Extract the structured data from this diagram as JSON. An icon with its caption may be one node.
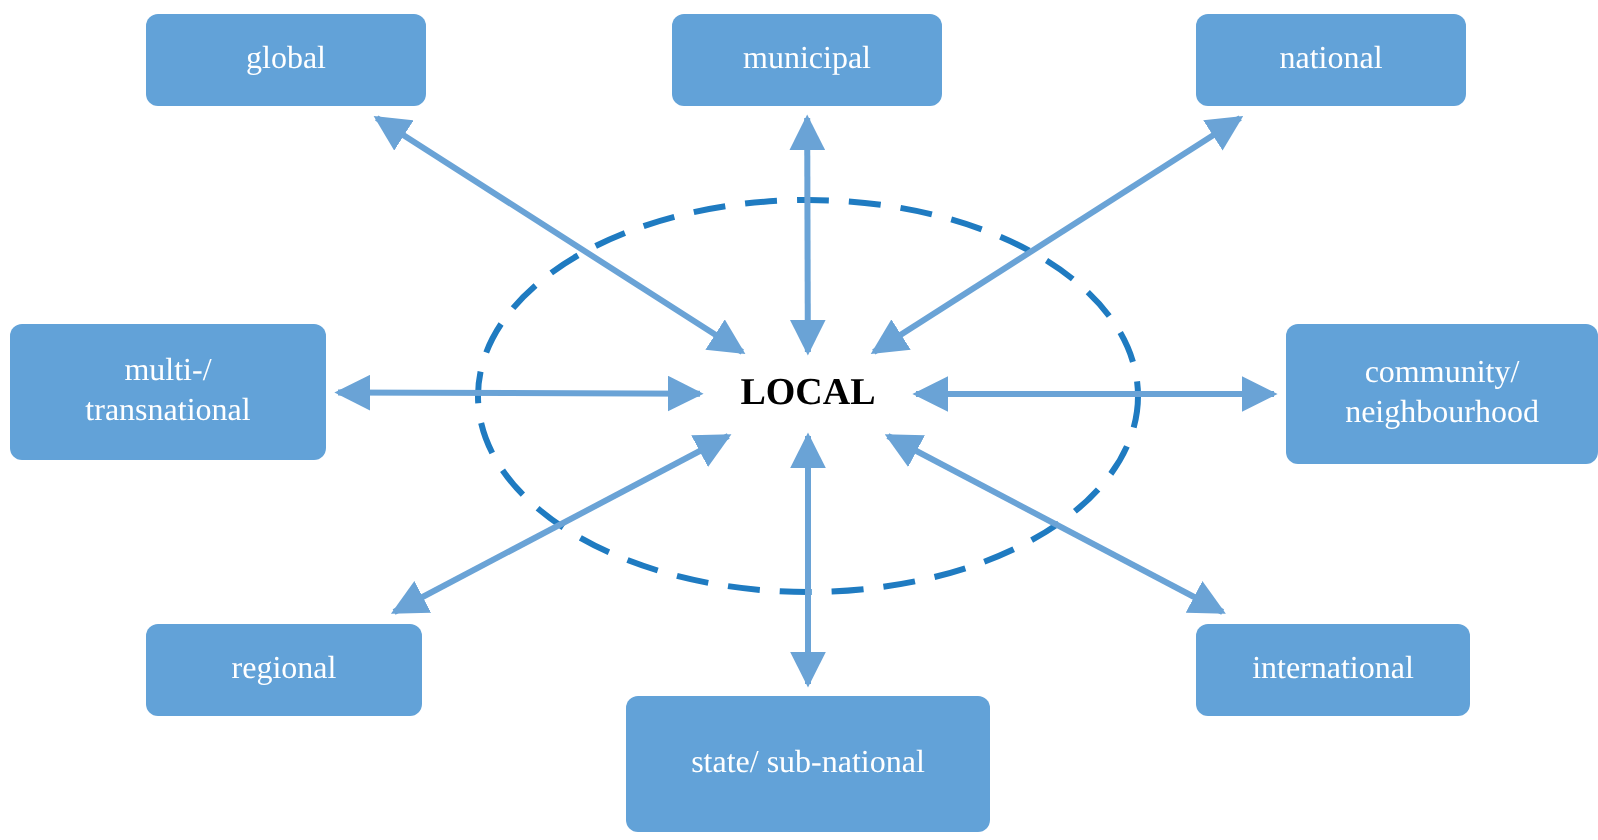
{
  "diagram": {
    "nodes": [
      {
        "text": [
          "LOCAL"
        ]
      },
      {
        "text": [
          "global"
        ]
      },
      {
        "text": [
          "municipal"
        ]
      },
      {
        "text": [
          "national"
        ]
      },
      {
        "text": [
          "multi-/ transnational"
        ]
      },
      {
        "text": [
          "community/ neighbourhood"
        ]
      },
      {
        "text": [
          "regional"
        ]
      },
      {
        "text": [
          "international"
        ]
      },
      {
        "text": [
          "state/ sub-national"
        ]
      }
    ],
    "edges": [
      {
        "from": 0,
        "to": 1,
        "arrow": "both"
      },
      {
        "from": 0,
        "to": 2,
        "arrow": "both"
      },
      {
        "from": 0,
        "to": 3,
        "arrow": "both"
      },
      {
        "from": 0,
        "to": 4,
        "arrow": "both"
      },
      {
        "from": 0,
        "to": 5,
        "arrow": "both"
      },
      {
        "from": 0,
        "to": 6,
        "arrow": "both"
      },
      {
        "from": 0,
        "to": 7,
        "arrow": "both"
      },
      {
        "from": 0,
        "to": 8,
        "arrow": "both"
      }
    ]
  }
}
